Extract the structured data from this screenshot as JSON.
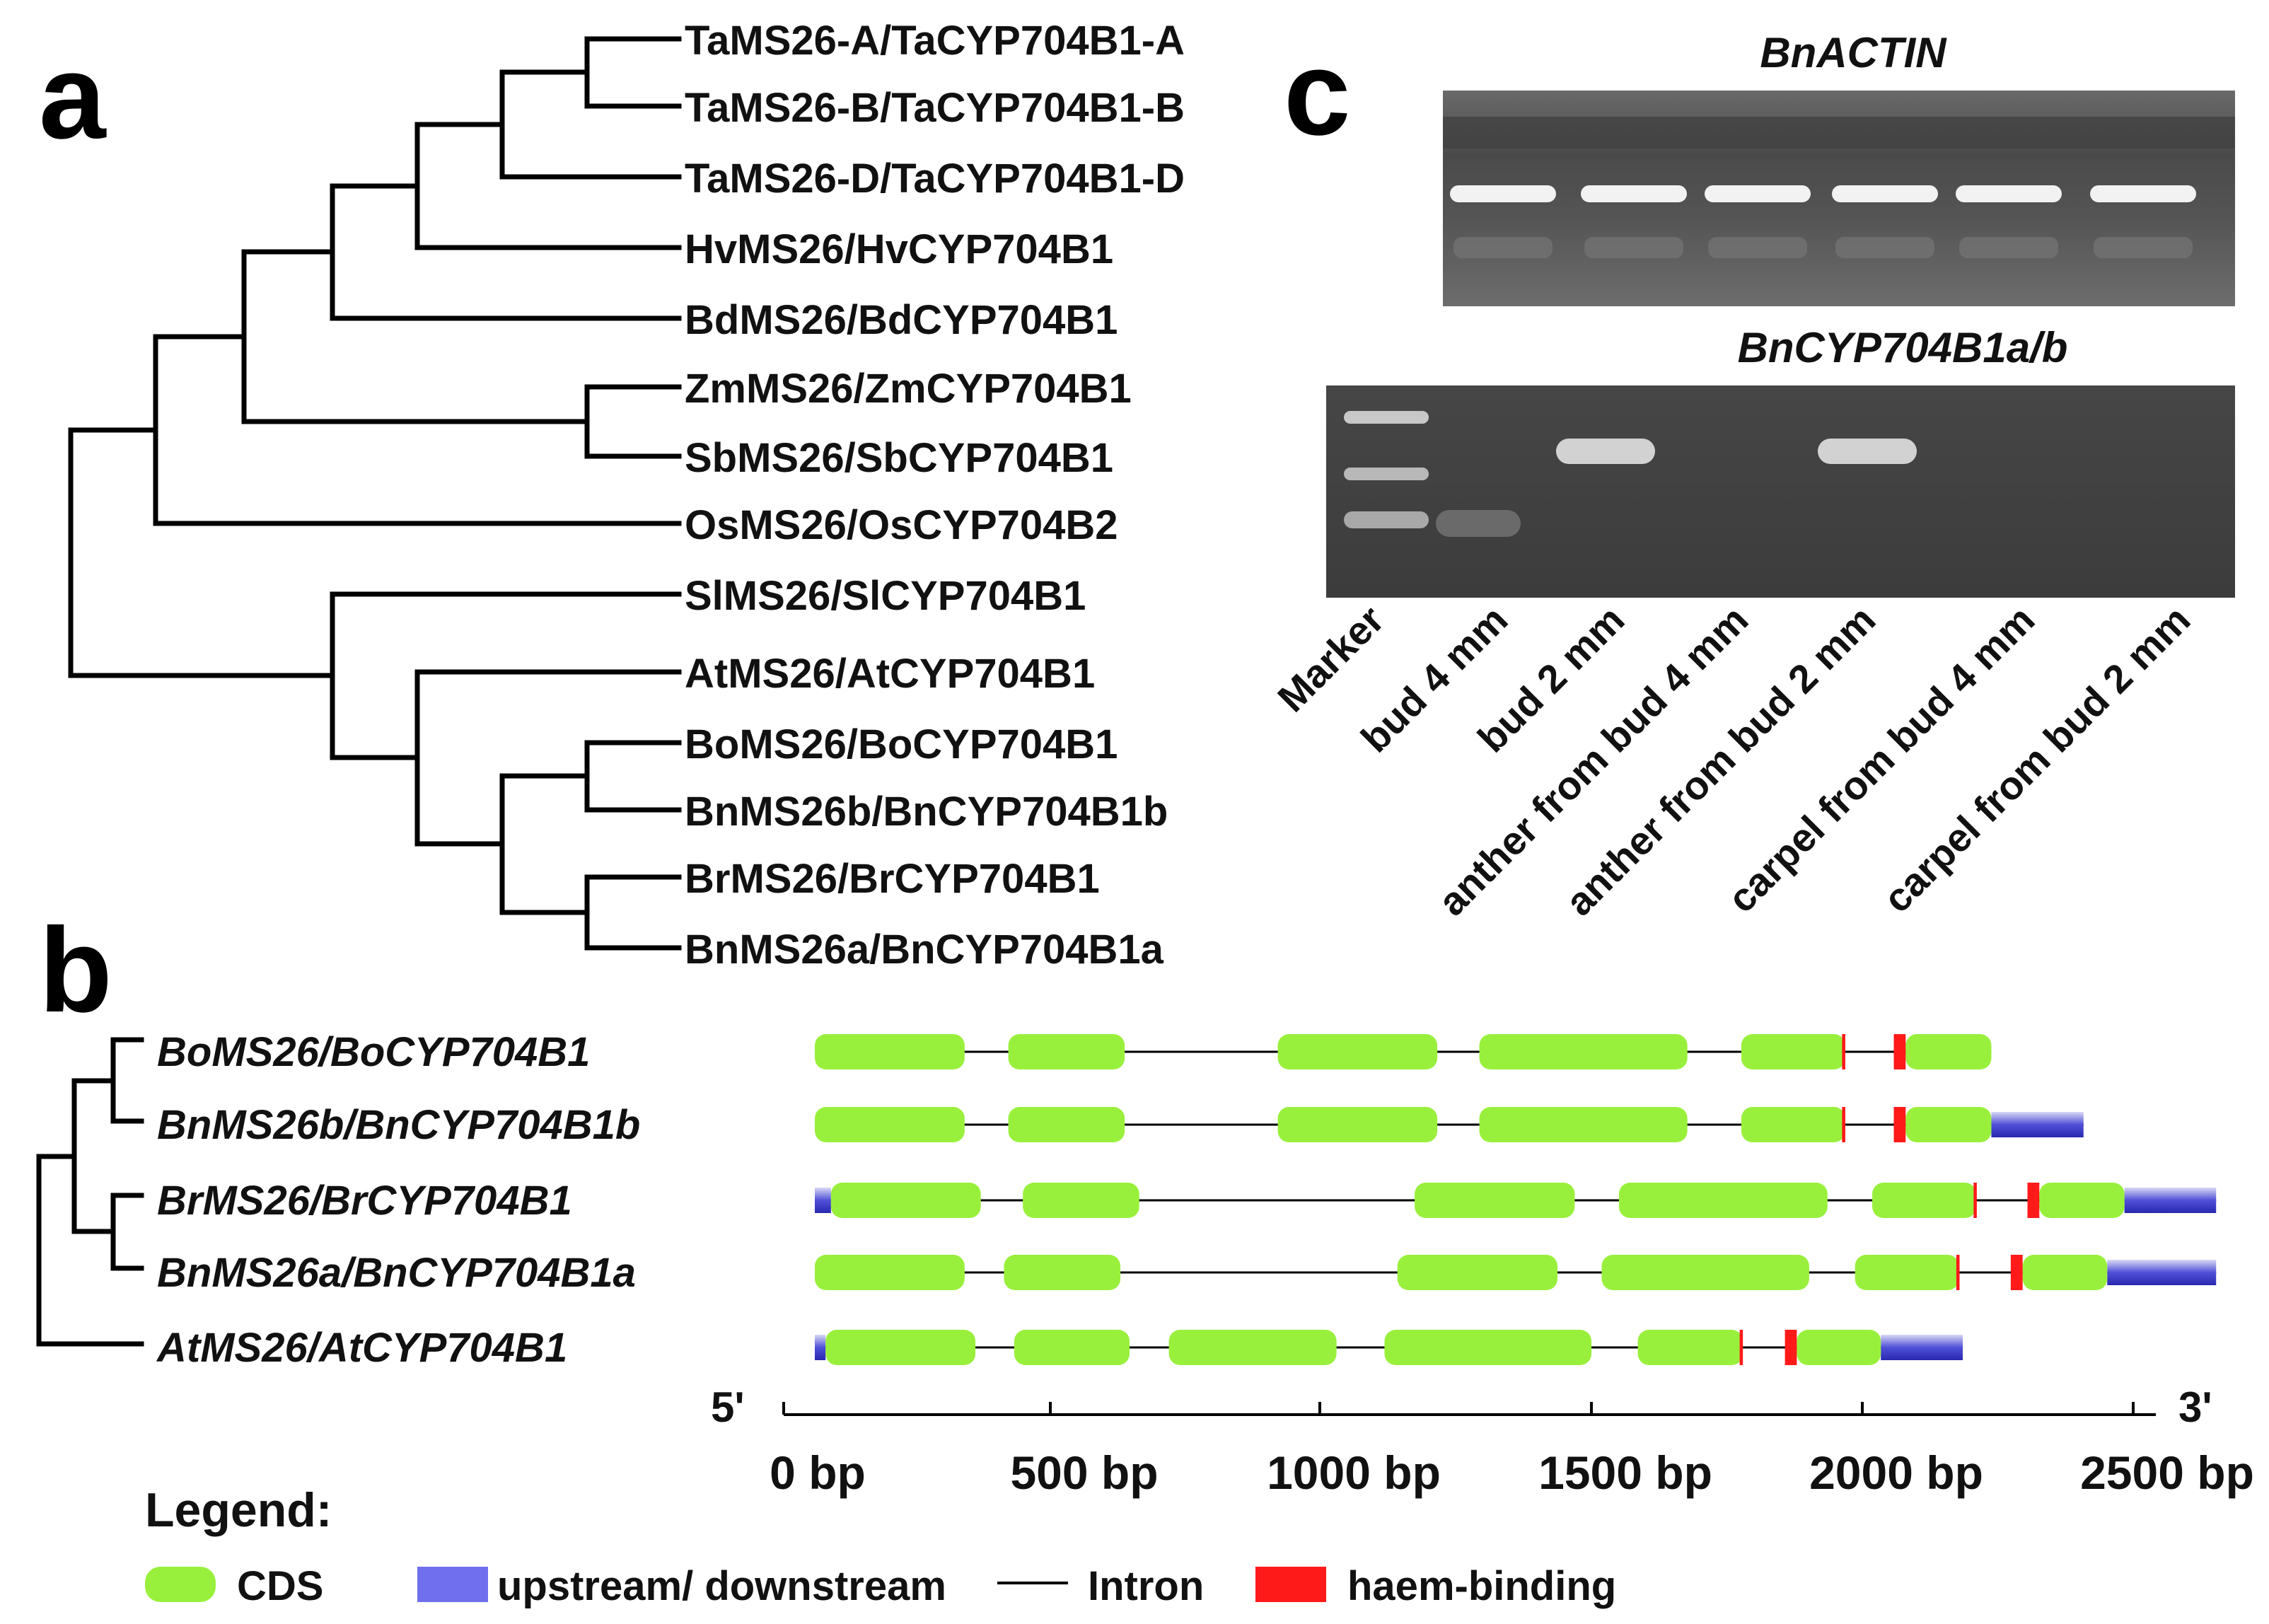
{
  "panels": {
    "a": "a",
    "b": "b",
    "c": "c"
  },
  "tree_a": {
    "leaves": [
      "TaMS26-A/TaCYP704B1-A",
      "TaMS26-B/TaCYP704B1-B",
      "TaMS26-D/TaCYP704B1-D",
      "HvMS26/HvCYP704B1",
      "BdMS26/BdCYP704B1",
      "ZmMS26/ZmCYP704B1",
      "SbMS26/SbCYP704B1",
      "OsMS26/OsCYP704B2",
      "SlMS26/SlCYP704B1",
      "AtMS26/AtCYP704B1",
      "BoMS26/BoCYP704B1",
      "BnMS26b/BnCYP704B1b",
      "BrMS26/BrCYP704B1",
      "BnMS26a/BnCYP704B1a"
    ]
  },
  "gene_structure_b": {
    "genes": [
      "BoMS26/BoCYP704B1",
      "BnMS26b/BnCYP704B1b",
      "BrMS26/BrCYP704B1",
      "BnMS26a/BnCYP704B1a",
      "AtMS26/AtCYP704B1"
    ],
    "axis": {
      "five_prime": "5'",
      "three_prime": "3'",
      "ticks": [
        "0 bp",
        "500 bp",
        "1000 bp",
        "1500 bp",
        "2000 bp",
        "2500 bp"
      ],
      "tick_values": [
        0,
        500,
        1000,
        1500,
        2000,
        2500
      ],
      "max_bp": 2500
    },
    "legend": {
      "title": "Legend:",
      "cds": "CDS",
      "utr": "upstream/ downstream",
      "intron": "Intron",
      "haem": "haem-binding"
    },
    "colors": {
      "cds": "#99f03c",
      "utr": "#3a3acc",
      "haem": "#ff1a1a",
      "intron": "#000000"
    },
    "structures": [
      {
        "cds": [
          [
            0,
            278
          ],
          [
            359,
            575
          ],
          [
            859,
            1155
          ],
          [
            1233,
            1619
          ],
          [
            1719,
            1912
          ]
        ],
        "haem": [
          [
            1906,
            1912
          ],
          [
            2002,
            2024
          ]
        ],
        "cds_after_haem": [
          [
            2024,
            2183
          ]
        ],
        "utr": []
      },
      {
        "cds": [
          [
            0,
            278
          ],
          [
            359,
            575
          ],
          [
            859,
            1155
          ],
          [
            1233,
            1619
          ],
          [
            1719,
            1912
          ]
        ],
        "haem": [
          [
            1906,
            1912
          ],
          [
            2002,
            2024
          ]
        ],
        "cds_after_haem": [
          [
            2024,
            2183
          ]
        ],
        "utr": [
          [
            2183,
            2354
          ]
        ]
      },
      {
        "cds": [
          [
            30,
            308
          ],
          [
            386,
            602
          ],
          [
            1113,
            1410
          ],
          [
            1492,
            1879
          ],
          [
            1962,
            2155
          ]
        ],
        "haem": [
          [
            2150,
            2156
          ],
          [
            2250,
            2272
          ]
        ],
        "cds_after_haem": [
          [
            2272,
            2430
          ]
        ],
        "utr": [
          [
            0,
            30
          ],
          [
            2430,
            2600
          ]
        ]
      },
      {
        "cds": [
          [
            0,
            278
          ],
          [
            351,
            567
          ],
          [
            1081,
            1378
          ],
          [
            1460,
            1845
          ],
          [
            1930,
            2123
          ]
        ],
        "haem": [
          [
            2118,
            2124
          ],
          [
            2219,
            2241
          ]
        ],
        "cds_after_haem": [
          [
            2241,
            2398
          ]
        ],
        "utr": [
          [
            2398,
            2600
          ]
        ]
      },
      {
        "cds": [
          [
            20,
            298
          ],
          [
            370,
            584
          ],
          [
            657,
            968
          ],
          [
            1057,
            1441
          ],
          [
            1527,
            1722
          ]
        ],
        "haem": [
          [
            1716,
            1722
          ],
          [
            1800,
            1822
          ]
        ],
        "cds_after_haem": [
          [
            1822,
            1978
          ]
        ],
        "utr": [
          [
            0,
            20
          ],
          [
            1978,
            2130
          ]
        ]
      }
    ]
  },
  "gel_c": {
    "top_title": "BnACTIN",
    "bottom_title": "BnCYP704B1a/b",
    "lanes": [
      "Marker",
      "bud 4 mm",
      "bud 2 mm",
      "anther from bud 4 mm",
      "anther from bud 2 mm",
      "carpel from bud 4 mm",
      "carpel from bud 2 mm"
    ]
  }
}
